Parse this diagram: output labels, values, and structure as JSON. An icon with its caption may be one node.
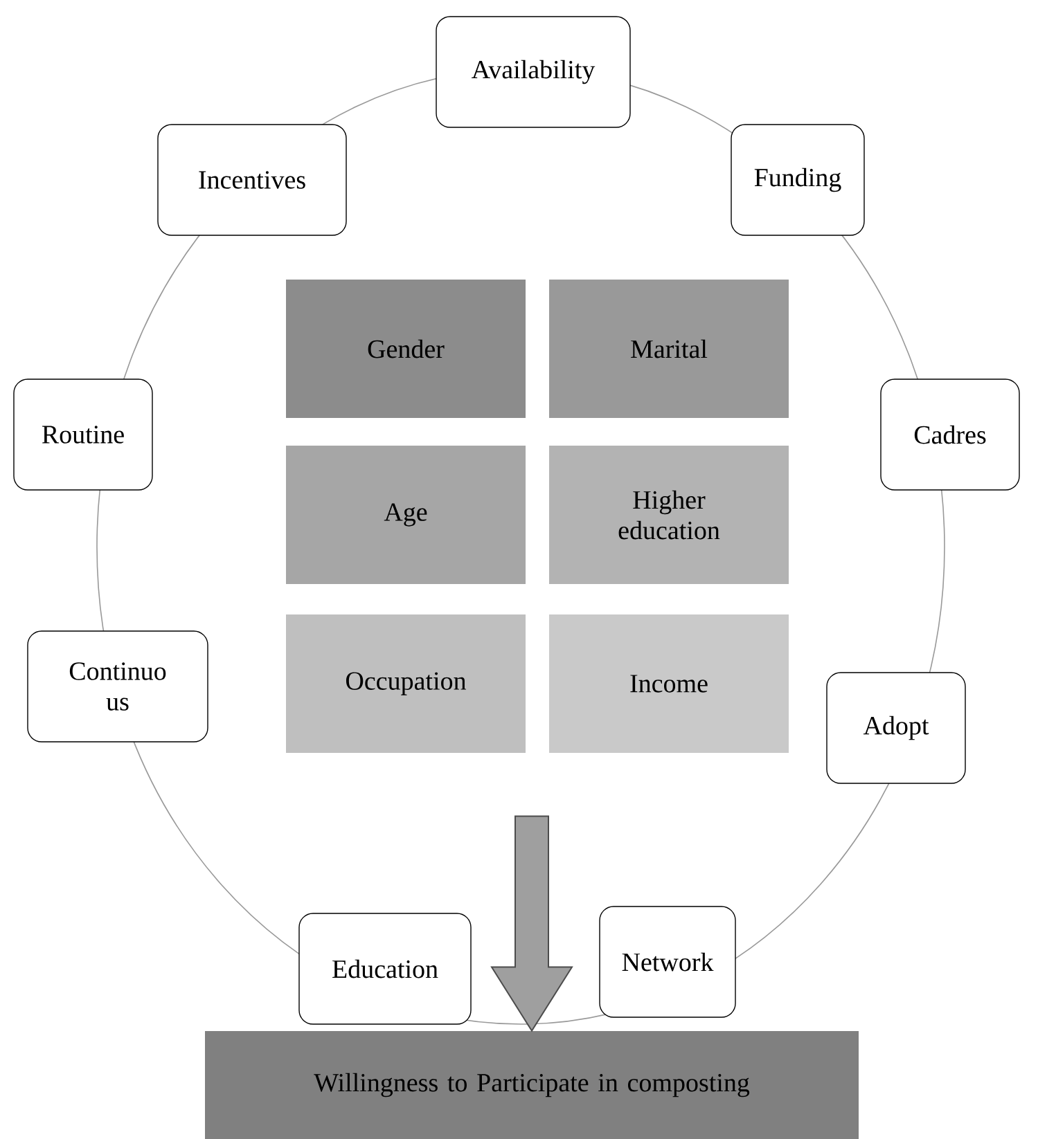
{
  "diagram": {
    "nodes": [
      {
        "text": [
          "Availability"
        ]
      },
      {
        "text": [
          "Incentives"
        ]
      },
      {
        "text": [
          "Funding"
        ]
      },
      {
        "text": [
          "Gender"
        ]
      },
      {
        "text": [
          "Marital"
        ]
      },
      {
        "text": [
          "Routine"
        ]
      },
      {
        "text": [
          "Cadres"
        ]
      },
      {
        "text": [
          "Age"
        ]
      },
      {
        "text": [
          "Higher education"
        ]
      },
      {
        "text": [
          "Continuo us"
        ]
      },
      {
        "text": [
          "Occupation"
        ]
      },
      {
        "text": [
          "Income"
        ]
      },
      {
        "text": [
          "Adopt"
        ]
      },
      {
        "text": [
          "Network"
        ]
      },
      {
        "text": [
          "Education"
        ]
      },
      {
        "text": [
          "Willingness to Participate in composting"
        ]
      }
    ],
    "edges": [
      {
        "from": null,
        "to": 15,
        "arrow": "to",
        "style": "thick"
      }
    ]
  }
}
